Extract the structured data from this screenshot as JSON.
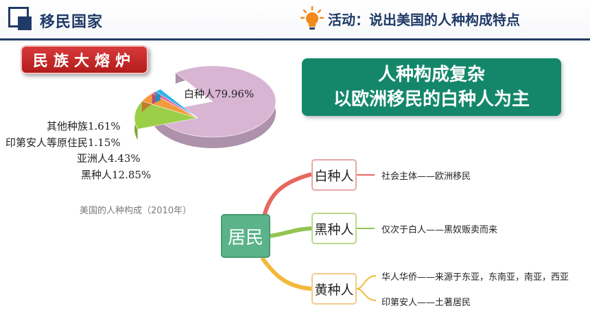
{
  "header": {
    "title": "移民国家",
    "activity": "活动：说出美国的人种构成特点"
  },
  "tag": "民族大熔炉",
  "banner": {
    "line1": "人种构成复杂",
    "line2": "以欧洲移民的白种人为主"
  },
  "chart_data": {
    "type": "pie",
    "title": "美国的人种构成（2010年）",
    "slices": [
      {
        "label": "白种人",
        "value": 79.96,
        "color": "#d9b5d4",
        "text": "白种人79.96%"
      },
      {
        "label": "黑种人",
        "value": 12.85,
        "color": "#9ccf48",
        "text": "黑种人12.85%"
      },
      {
        "label": "亚洲人",
        "value": 4.43,
        "color": "#f39a3c",
        "text": "亚洲人4.43%"
      },
      {
        "label": "印第安人等原住民",
        "value": 1.15,
        "color": "#e8579a",
        "text": "印第安人等原住民1.15%"
      },
      {
        "label": "其他种族",
        "value": 1.61,
        "color": "#2fb3e8",
        "text": "其他种族1.61%"
      }
    ]
  },
  "mindmap": {
    "root": "居民",
    "branches": [
      {
        "race": "白种人",
        "color": "#e8675d",
        "notes": [
          "社会主体——欧洲移民"
        ]
      },
      {
        "race": "黑种人",
        "color": "#93c452",
        "notes": [
          "仅次于白人——黑奴贩卖而来"
        ]
      },
      {
        "race": "黄种人",
        "color": "#f3b93c",
        "notes": [
          "华人华侨——来源于东亚，东南亚，南亚，西亚",
          "印第安人——土著居民"
        ]
      }
    ]
  }
}
